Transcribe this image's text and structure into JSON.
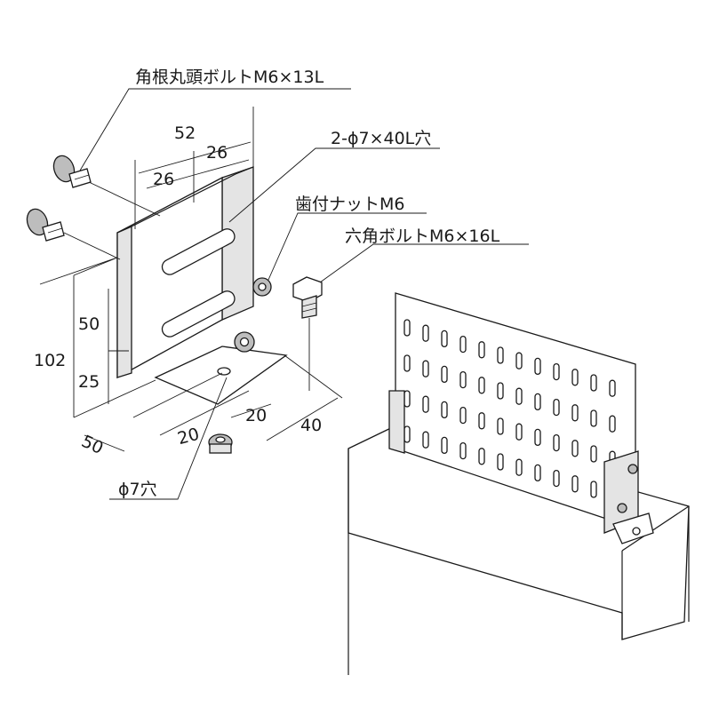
{
  "labels": {
    "bolt_square_neck": "角根丸頭ボルトM6×13L",
    "slots": "2-ϕ7×40L穴",
    "toothed_nut": "歯付ナットM6",
    "hex_bolt": "六角ボルトM6×16L",
    "hole": "ϕ7穴"
  },
  "dimensions": {
    "width_total": "52",
    "width_half_left": "26",
    "width_half_right": "26",
    "height_total": "102",
    "height_upper": "50",
    "height_lower": "25",
    "base_depth": "50",
    "base_offset_a": "20",
    "base_offset_b": "20",
    "base_length": "40"
  }
}
